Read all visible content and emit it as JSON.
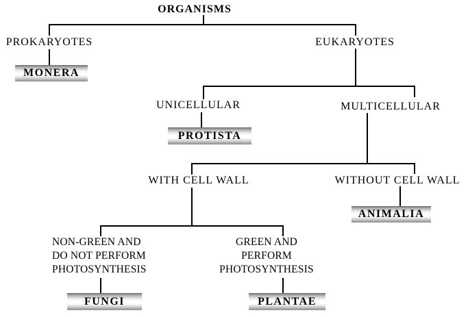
{
  "diagram": {
    "title": "ORGANISMS",
    "nodes": {
      "organisms": "ORGANISMS",
      "prokaryotes": "PROKARYOTES",
      "monera": "MONERA",
      "eukaryotes": "EUKARYOTES",
      "unicellular": "UNICELLULAR",
      "protista": "PROTISTA",
      "multicellular": "MULTICELLULAR",
      "with_cell_wall": "WITH CELL WALL",
      "without_cell_wall": "WITHOUT CELL WALL",
      "animalia": "ANIMALIA",
      "non_green": [
        "NON-GREEN AND",
        "DO NOT PERFORM",
        "PHOTOSYNTHESIS"
      ],
      "green": [
        "GREEN AND",
        "PERFORM",
        "PHOTOSYNTHESIS"
      ],
      "fungi": "FUNGI",
      "plantae": "PLANTAE"
    },
    "hierarchy": [
      {
        "parent": "ORGANISMS",
        "children": [
          "PROKARYOTES",
          "EUKARYOTES"
        ]
      },
      {
        "parent": "PROKARYOTES",
        "children": [
          "MONERA"
        ]
      },
      {
        "parent": "EUKARYOTES",
        "children": [
          "UNICELLULAR",
          "MULTICELLULAR"
        ]
      },
      {
        "parent": "UNICELLULAR",
        "children": [
          "PROTISTA"
        ]
      },
      {
        "parent": "MULTICELLULAR",
        "children": [
          "WITH CELL WALL",
          "WITHOUT CELL WALL"
        ]
      },
      {
        "parent": "WITH CELL WALL",
        "children": [
          "NON-GREEN AND DO NOT PERFORM PHOTOSYNTHESIS",
          "GREEN AND PERFORM PHOTOSYNTHESIS"
        ]
      },
      {
        "parent": "WITHOUT CELL WALL",
        "children": [
          "ANIMALIA"
        ]
      },
      {
        "parent": "NON-GREEN AND DO NOT PERFORM PHOTOSYNTHESIS",
        "children": [
          "FUNGI"
        ]
      },
      {
        "parent": "GREEN AND PERFORM PHOTOSYNTHESIS",
        "children": [
          "PLANTAE"
        ]
      }
    ],
    "palette": {
      "background": "#ffffff",
      "line": "#000000",
      "text": "#000000",
      "box_gradient_top": "#6f6f6f",
      "box_gradient_middle": "#ffffff",
      "box_gradient_bottom": "#8d8d8d"
    }
  }
}
